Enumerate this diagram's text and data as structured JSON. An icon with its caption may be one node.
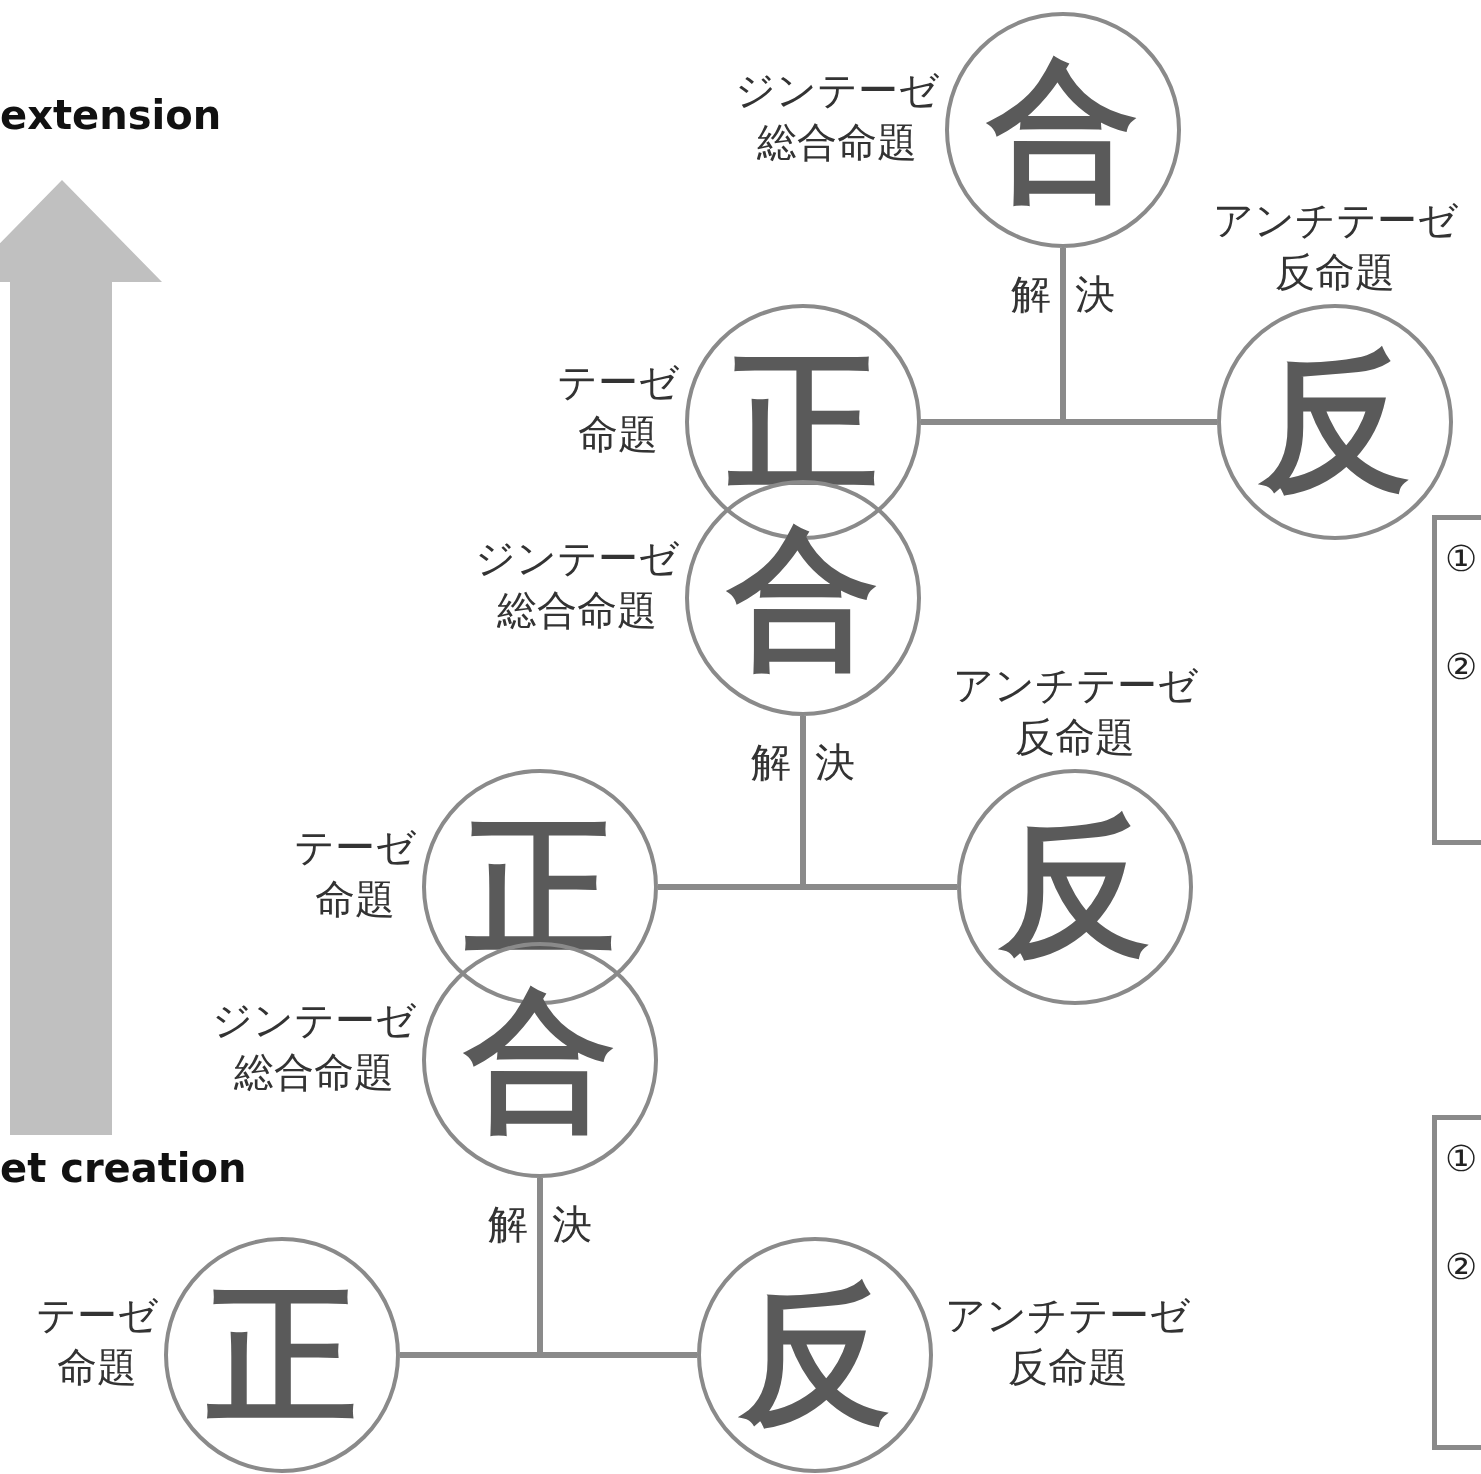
{
  "diagram": {
    "nodes": [
      {
        "text": [
          "合"
        ],
        "beside": [
          "ジンテーゼ",
          "総合命題"
        ]
      },
      {
        "text": [
          "正"
        ],
        "beside": [
          "テーゼ",
          "命題"
        ]
      },
      {
        "text": [
          "反"
        ],
        "beside": [
          "アンチテーゼ",
          "反命題"
        ]
      },
      {
        "text": [
          "①",
          "②"
        ]
      },
      {
        "text": [
          "合"
        ],
        "beside": [
          "ジンテーゼ",
          "総合命題"
        ]
      },
      {
        "text": [
          "正"
        ],
        "beside": [
          "テーゼ",
          "命題"
        ]
      },
      {
        "text": [
          "反"
        ],
        "beside": [
          "アンチテーゼ",
          "反命題"
        ]
      },
      {
        "text": [
          "合"
        ],
        "beside": [
          "ジンテーゼ",
          "総合命題"
        ]
      },
      {
        "text": [
          "①",
          "②"
        ]
      },
      {
        "text": [
          "正"
        ],
        "beside": [
          "テーゼ",
          "命題"
        ]
      },
      {
        "text": [
          "反"
        ],
        "beside": [
          "アンチテーゼ",
          "反命題"
        ]
      }
    ],
    "edges": [
      {
        "from": 1,
        "to": 0,
        "arrow": "none",
        "label": "解決"
      },
      {
        "from": 2,
        "to": 0,
        "arrow": "none"
      },
      {
        "from": 5,
        "to": 4,
        "arrow": "none",
        "label": "解決"
      },
      {
        "from": 6,
        "to": 4,
        "arrow": "none"
      },
      {
        "from": 9,
        "to": 7,
        "arrow": "none",
        "label": "解決"
      },
      {
        "from": 10,
        "to": 7,
        "arrow": "none"
      }
    ],
    "labels": [
      "extension",
      "et creation"
    ]
  }
}
